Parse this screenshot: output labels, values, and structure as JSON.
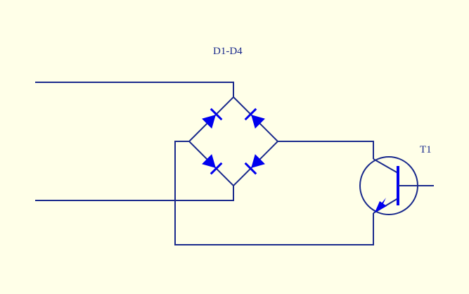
{
  "diagram": {
    "labels": {
      "bridge": "D1-D4",
      "transistor": "T1"
    },
    "colors": {
      "background": "#ffffe8",
      "wire": "#1a2a8c",
      "component": "#0000ee"
    },
    "components": [
      {
        "id": "D1",
        "type": "diode",
        "icon": "diode-icon"
      },
      {
        "id": "D2",
        "type": "diode",
        "icon": "diode-icon"
      },
      {
        "id": "D3",
        "type": "diode",
        "icon": "diode-icon"
      },
      {
        "id": "D4",
        "type": "diode",
        "icon": "diode-icon"
      },
      {
        "id": "T1",
        "type": "npn-transistor",
        "icon": "transistor-icon"
      }
    ]
  }
}
